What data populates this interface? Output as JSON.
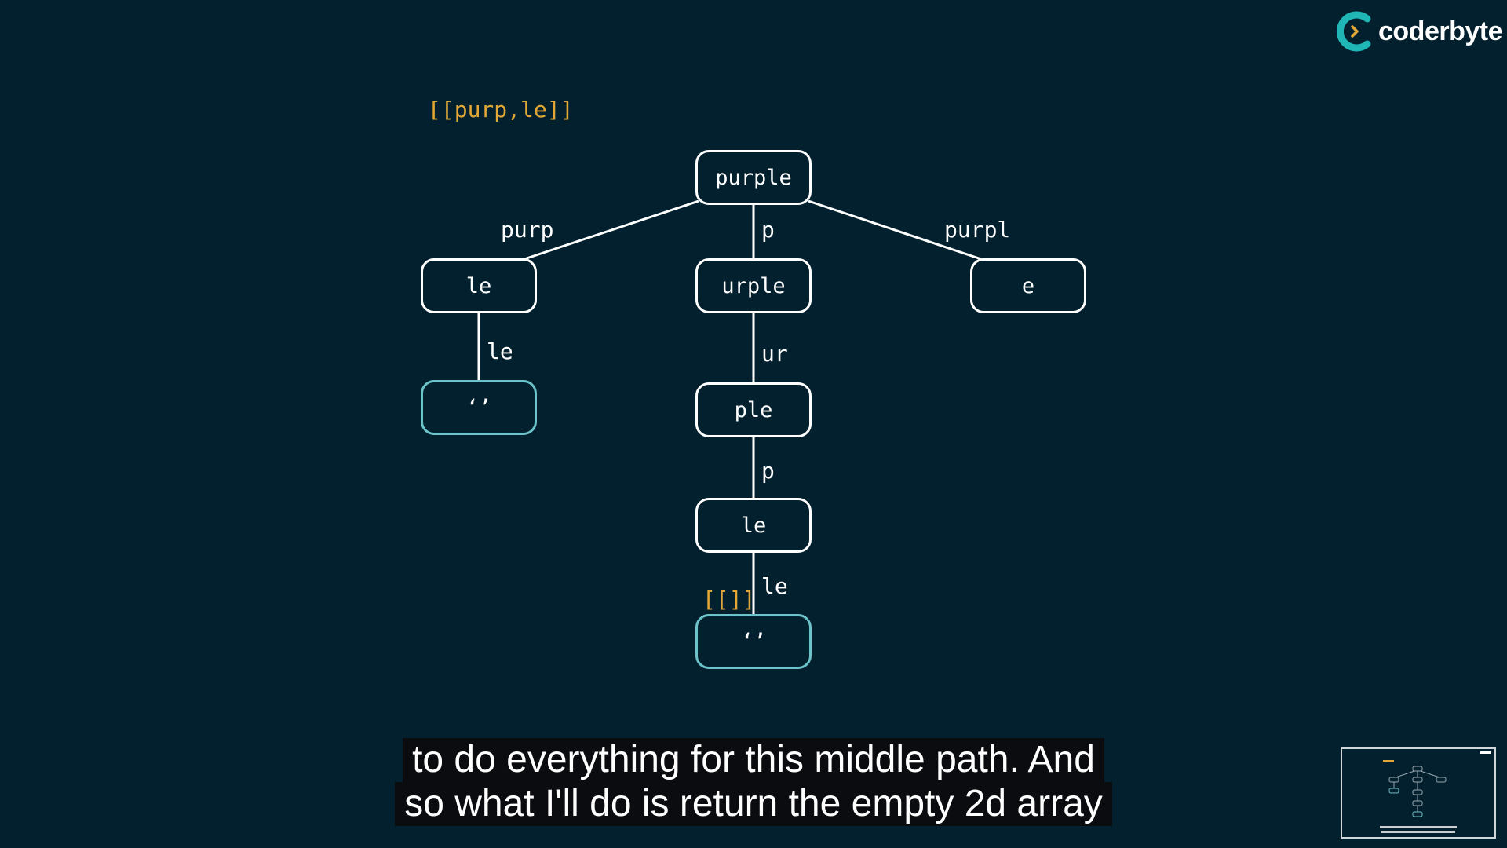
{
  "brand": {
    "name": "coderbyte",
    "logo_icon": "coderbyte-c-logo-icon"
  },
  "tree": {
    "nodes": {
      "root": "purple",
      "left": "le",
      "middle": "urple",
      "right": "e",
      "left_child": "‘’",
      "middle_child": "ple",
      "middle_grandchild": "le",
      "middle_leaf": "‘’"
    },
    "edge_labels": {
      "root_left": "purp",
      "root_middle": "p",
      "root_right": "purpl",
      "left_down": "le",
      "middle_down": "ur",
      "ple_down": "p",
      "le_down": "le"
    },
    "annotations": {
      "result_top": "[[purp,le]]",
      "result_leaf": "[[]]"
    }
  },
  "colors": {
    "background": "#02202e",
    "node_border": "#ffffff",
    "leaf_border": "#6cc3c9",
    "annotation": "#e3a735",
    "brand_accent": "#20b6b6"
  },
  "caption": {
    "line1": "to do everything for this middle path. And",
    "line2": "so what I'll do is return the empty 2d array"
  },
  "thumbnail": {
    "icon": "video-thumbnail-preview"
  }
}
